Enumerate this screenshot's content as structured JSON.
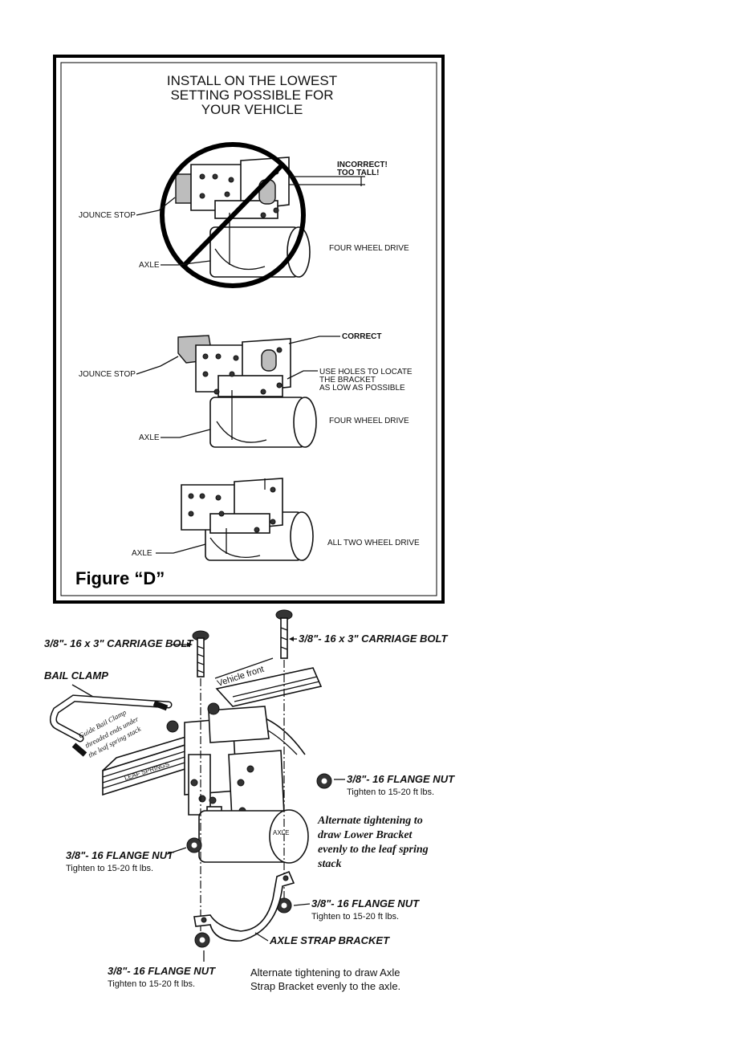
{
  "figure_d": {
    "heading": [
      "INSTALL ON THE LOWEST",
      "SETTING POSSIBLE FOR",
      "YOUR VEHICLE"
    ],
    "incorrect": [
      "INCORRECT!",
      "TOO TALL!"
    ],
    "jounce_stop": "JOUNCE STOP",
    "axle": "AXLE",
    "four_wheel_drive": "FOUR WHEEL DRIVE",
    "correct": "CORRECT",
    "use_holes": [
      "USE HOLES TO LOCATE",
      "THE BRACKET",
      "AS LOW AS POSSIBLE"
    ],
    "all_two_wheel_drive": "ALL TWO WHEEL DRIVE",
    "figure_title": "Figure “D”"
  },
  "assembly": {
    "carriage_bolt_left": "3/8\"- 16 x 3\" CARRIAGE BOLT",
    "carriage_bolt_right": "3/8\"- 16 x 3\" CARRIAGE BOLT",
    "vehicle_front": "Vehicle front",
    "bail_clamp": "BAIL CLAMP",
    "guide_note": [
      "Guide Bail Clamp",
      "threaded ends under",
      "the leaf spring stack"
    ],
    "leaf_springs": "LEAF SPRINGS",
    "axle_label": "AXLE",
    "flange_nut": "3/8\"- 16 FLANGE NUT",
    "tighten": "Tighten to 15-20 ft lbs.",
    "alternate_lower": [
      "Alternate tightening to",
      "draw Lower Bracket",
      "evenly to the leaf spring",
      "stack"
    ],
    "axle_strap_bracket": "AXLE STRAP BRACKET",
    "alternate_strap": [
      "Alternate tightening to draw Axle",
      "Strap Bracket evenly to the axle."
    ]
  }
}
